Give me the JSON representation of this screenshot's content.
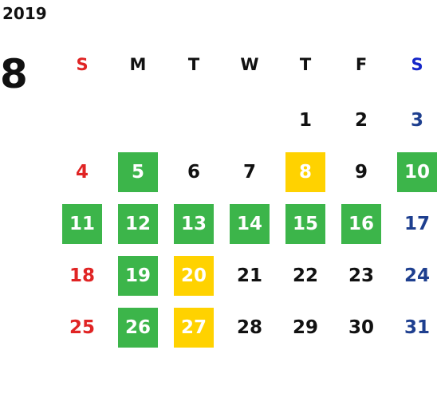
{
  "year": "2019",
  "month": "8",
  "weekdays": [
    "S",
    "M",
    "T",
    "W",
    "T",
    "F",
    "S"
  ],
  "weeks": [
    [
      null,
      null,
      null,
      null,
      {
        "d": "1"
      },
      {
        "d": "2"
      },
      {
        "d": "3"
      }
    ],
    [
      {
        "d": "4"
      },
      {
        "d": "5",
        "status": "green"
      },
      {
        "d": "6"
      },
      {
        "d": "7"
      },
      {
        "d": "8",
        "status": "yellow"
      },
      {
        "d": "9"
      },
      {
        "d": "10",
        "status": "green"
      }
    ],
    [
      {
        "d": "11",
        "status": "green"
      },
      {
        "d": "12",
        "status": "green"
      },
      {
        "d": "13",
        "status": "green"
      },
      {
        "d": "14",
        "status": "green"
      },
      {
        "d": "15",
        "status": "green"
      },
      {
        "d": "16",
        "status": "green"
      },
      {
        "d": "17"
      }
    ],
    [
      {
        "d": "18"
      },
      {
        "d": "19",
        "status": "green"
      },
      {
        "d": "20",
        "status": "yellow"
      },
      {
        "d": "21"
      },
      {
        "d": "22"
      },
      {
        "d": "23"
      },
      {
        "d": "24"
      }
    ],
    [
      {
        "d": "25"
      },
      {
        "d": "26",
        "status": "green"
      },
      {
        "d": "27",
        "status": "yellow"
      },
      {
        "d": "28"
      },
      {
        "d": "29"
      },
      {
        "d": "30"
      },
      {
        "d": "31"
      }
    ]
  ],
  "colors": {
    "green": "#3cb54a",
    "yellow": "#ffd200",
    "sunday": "#e02424",
    "saturday_header": "#1526c9",
    "saturday": "#1e3f8f"
  }
}
